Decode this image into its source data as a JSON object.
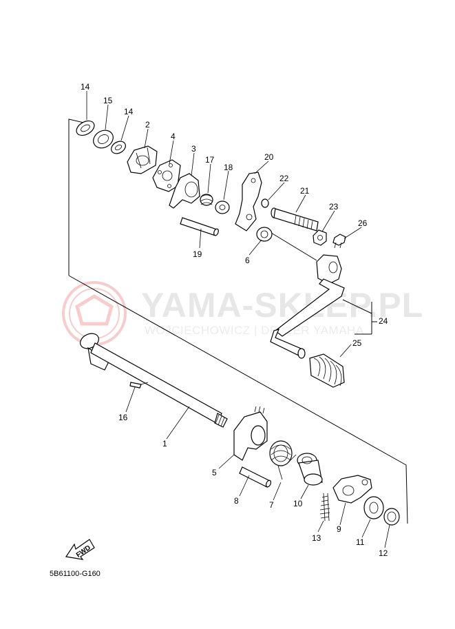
{
  "watermark": {
    "title": "YAMA-SKLEP.PL",
    "subtitle": "WOJCIECHOWICZ | DEALER YAMAHA",
    "logo_color": "#f6cccc"
  },
  "diagram_code": "5B61100-G160",
  "fwd_label": "FWD",
  "callouts": {
    "c1": "1",
    "c2": "2",
    "c3": "3",
    "c4": "4",
    "c5": "5",
    "c6": "6",
    "c7": "7",
    "c8": "8",
    "c9": "9",
    "c10": "10",
    "c11": "11",
    "c12": "12",
    "c13": "13",
    "c14a": "14",
    "c14b": "14",
    "c15": "15",
    "c16": "16",
    "c17": "17",
    "c18": "18",
    "c19": "19",
    "c20": "20",
    "c21": "21",
    "c22": "22",
    "c23": "23",
    "c24": "24",
    "c25": "25",
    "c26": "26"
  }
}
